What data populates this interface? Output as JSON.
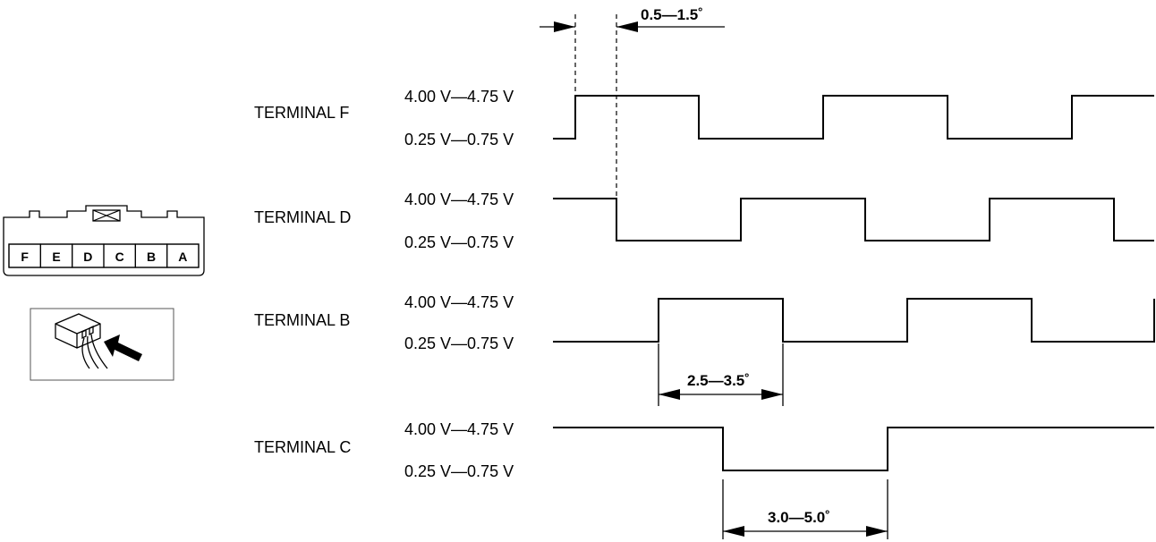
{
  "dimensions": {
    "top": "0.5—1.5˚",
    "b": "2.5—3.5˚",
    "c": "3.0—5.0˚"
  },
  "connector": {
    "pins": [
      "F",
      "E",
      "D",
      "C",
      "B",
      "A"
    ]
  },
  "channels": [
    {
      "terminal": "TERMINAL F",
      "high": "4.00 V—4.75 V",
      "low": "0.25 V—0.75 V"
    },
    {
      "terminal": "TERMINAL D",
      "high": "4.00 V—4.75 V",
      "low": "0.25 V—0.75 V"
    },
    {
      "terminal": "TERMINAL B",
      "high": "4.00 V—4.75 V",
      "low": "0.25 V—0.75 V"
    },
    {
      "terminal": "TERMINAL C",
      "high": "4.00 V—4.75 V",
      "low": "0.25 V—0.75 V"
    }
  ]
}
